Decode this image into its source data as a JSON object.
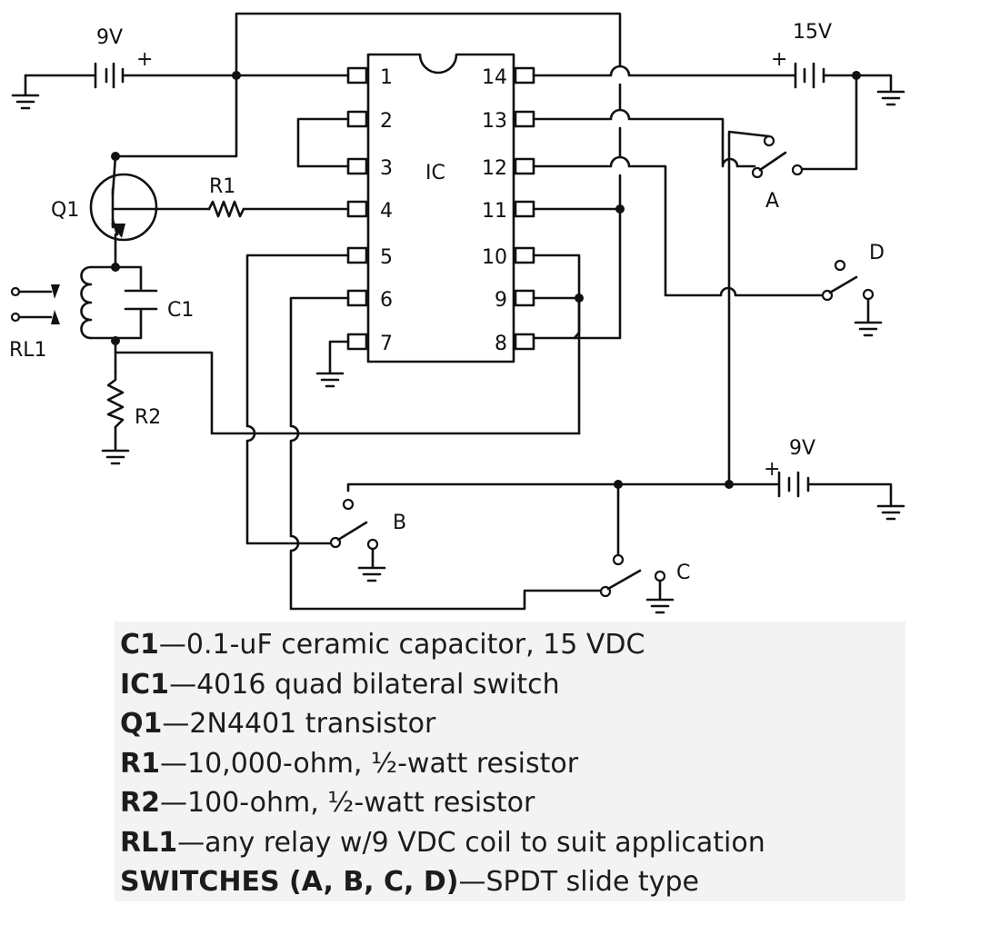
{
  "ic": {
    "label": "IC",
    "left_pins": [
      "1",
      "2",
      "3",
      "4",
      "5",
      "6",
      "7"
    ],
    "right_pins": [
      "14",
      "13",
      "12",
      "11",
      "10",
      "9",
      "8"
    ]
  },
  "labels": {
    "battery_left": "9V",
    "battery_top_right": "15V",
    "battery_bottom_right": "9V",
    "plus": "+",
    "q1": "Q1",
    "r1": "R1",
    "r2": "R2",
    "c1": "C1",
    "rl1": "RL1",
    "switch_a": "A",
    "switch_b": "B",
    "switch_c": "C",
    "switch_d": "D"
  },
  "parts_list": [
    {
      "ref": "C1",
      "desc": "—0.1-uF ceramic capacitor, 15 VDC"
    },
    {
      "ref": "IC1",
      "desc": "—4016 quad bilateral switch"
    },
    {
      "ref": "Q1",
      "desc": "—2N4401 transistor"
    },
    {
      "ref": "R1",
      "desc": "—10,000-ohm, ½-watt resistor"
    },
    {
      "ref": "R2",
      "desc": "—100-ohm, ½-watt resistor"
    },
    {
      "ref": "RL1",
      "desc": "—any relay w/9 VDC coil to suit application"
    },
    {
      "ref": "SWITCHES (A, B, C, D)",
      "desc": "—SPDT slide type"
    }
  ]
}
